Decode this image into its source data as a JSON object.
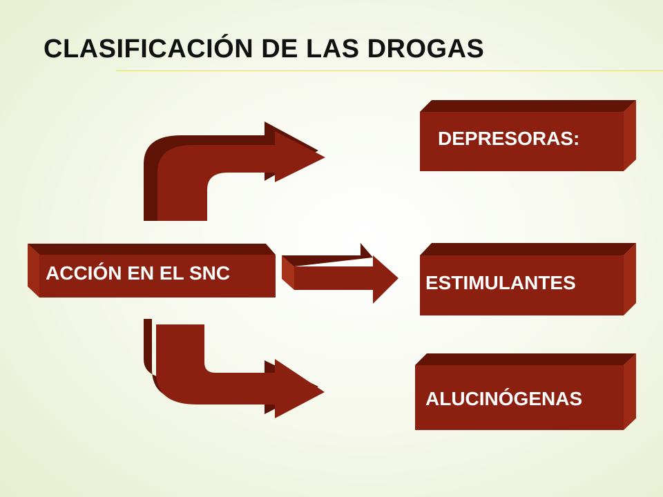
{
  "title": "CLASIFICACIÓN DE LAS DROGAS",
  "source_label": "ACCIÓN EN EL SNC",
  "categories": [
    "DEPRESORAS:",
    "ESTIMULANTES",
    "ALUCINÓGENAS"
  ],
  "colors": {
    "box_front": "#8b2010",
    "box_top": "#621507",
    "box_side": "#9c2914",
    "arrow_front": "#8b2010",
    "arrow_dark": "#5e1306",
    "arrow_light": "#a63219",
    "title_rule": "#e6e33c"
  }
}
